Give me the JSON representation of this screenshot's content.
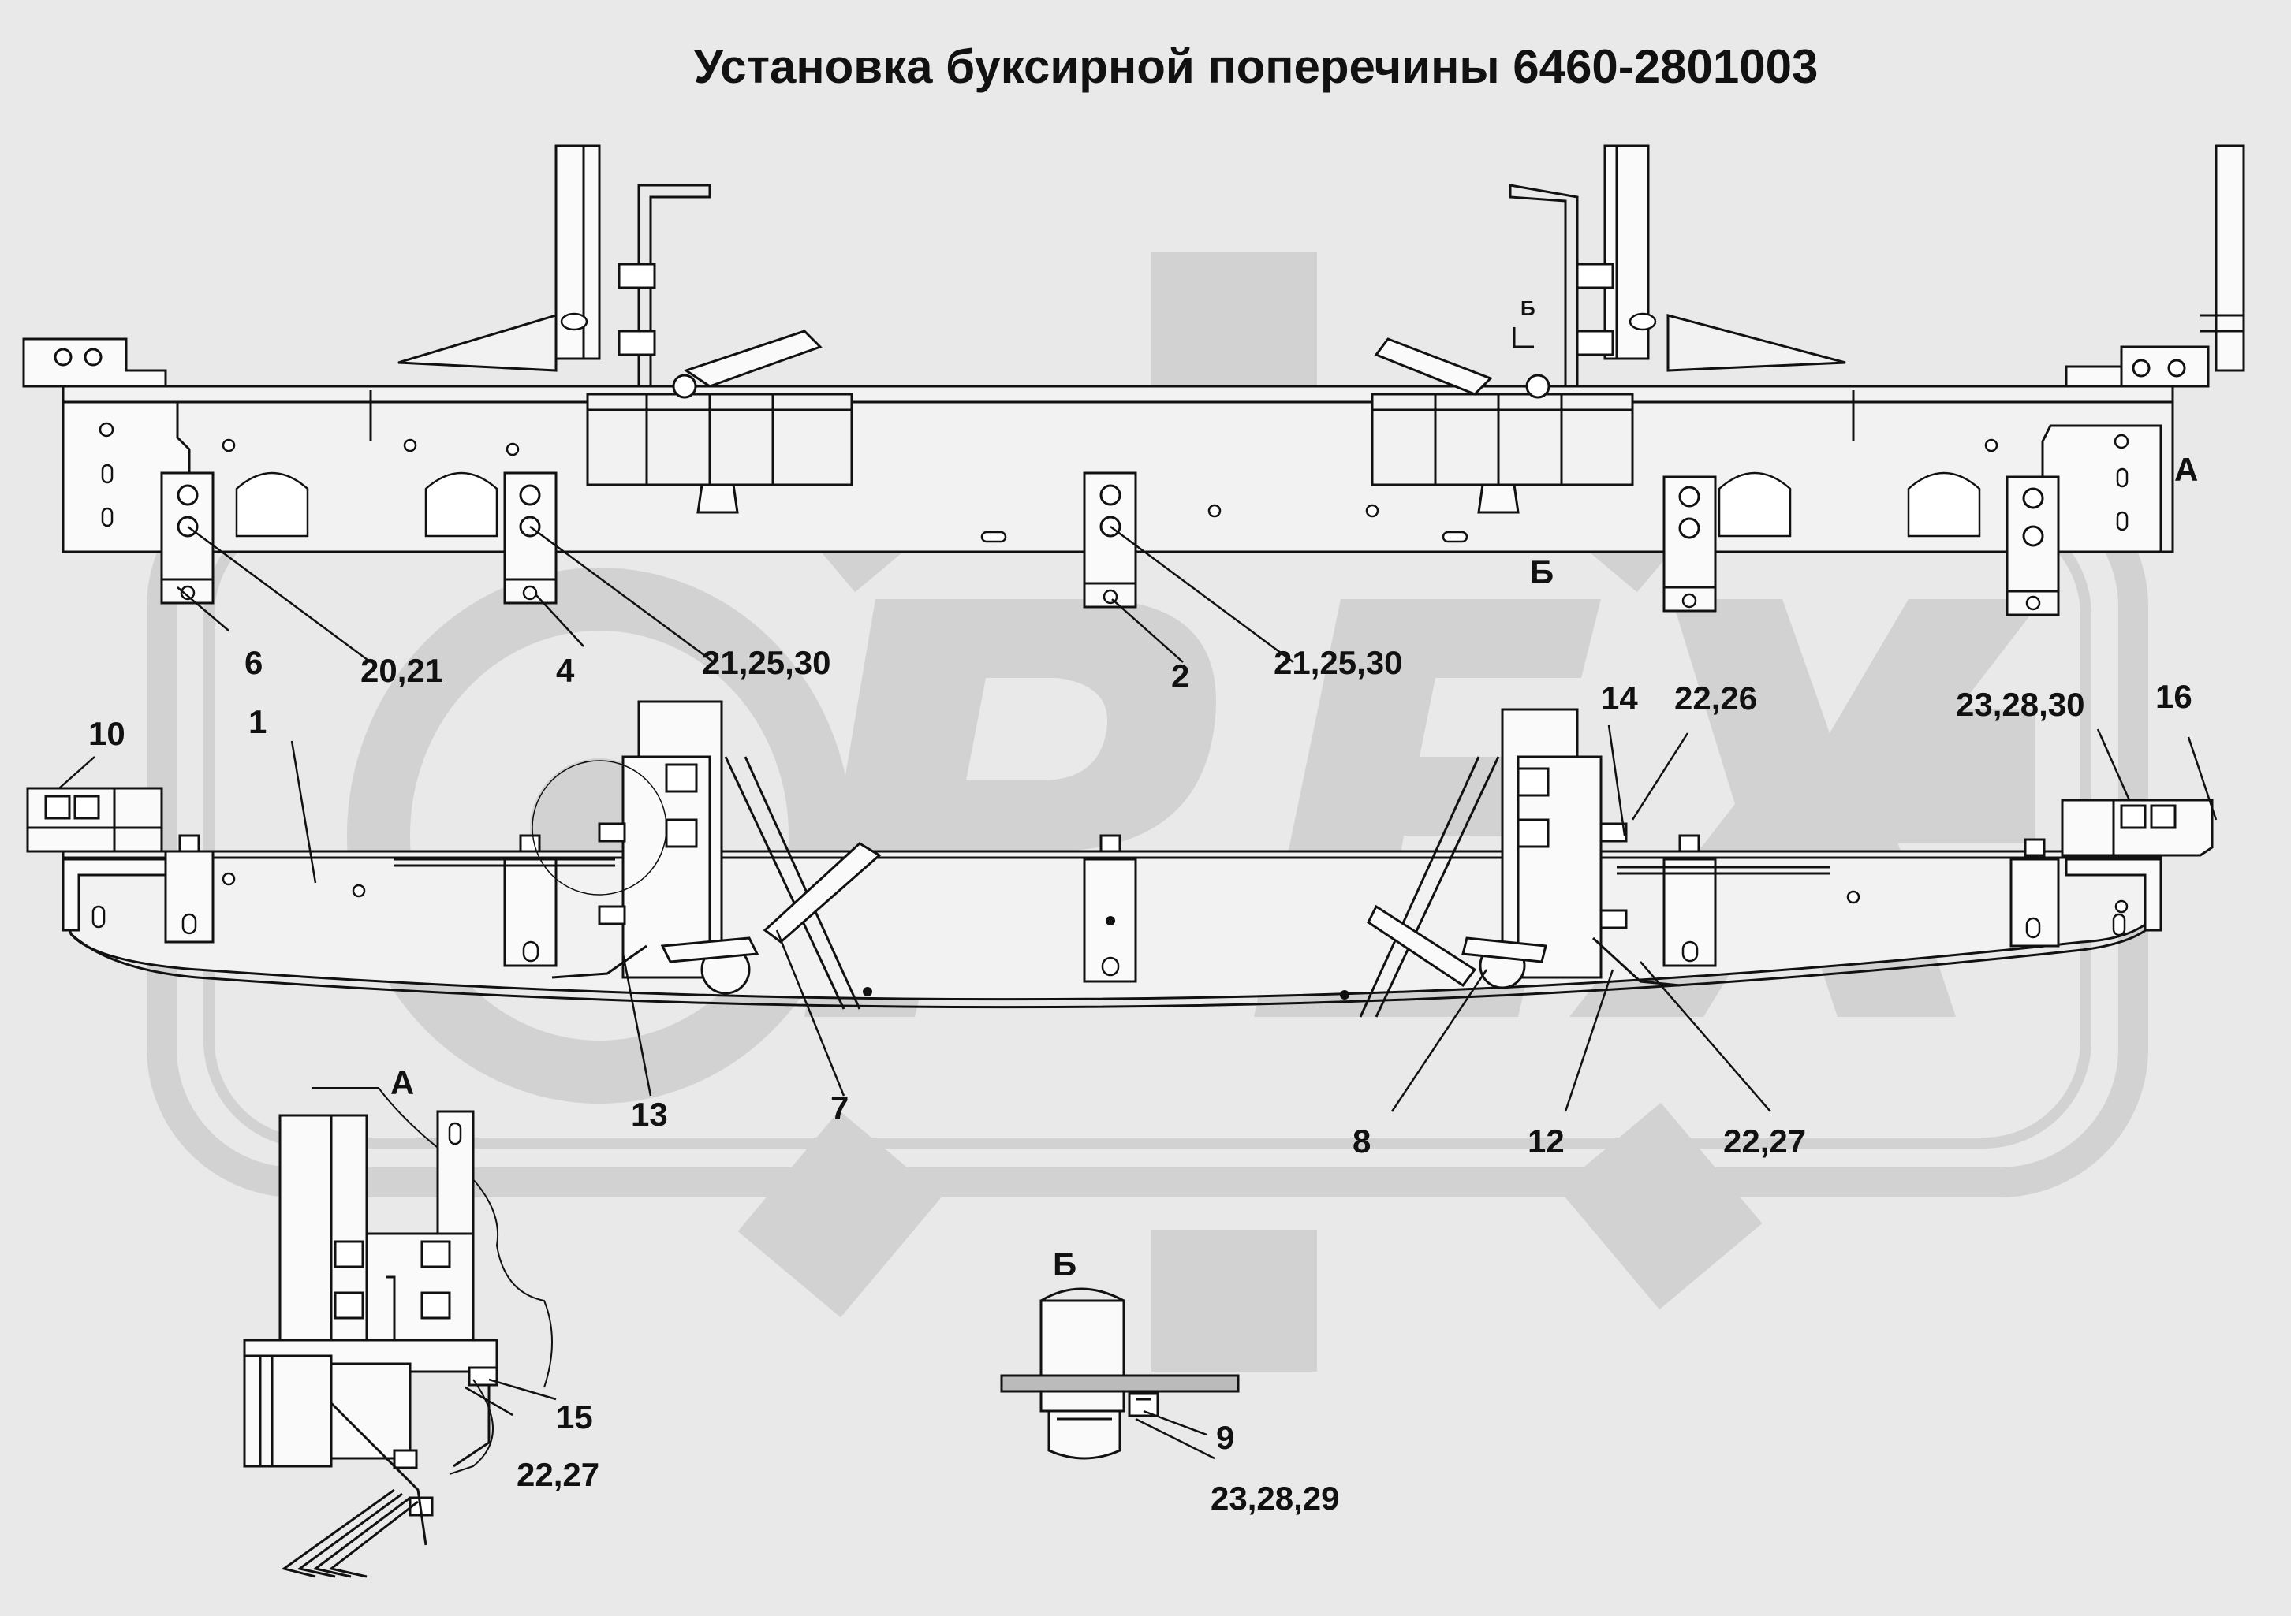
{
  "title": "Установка буксирной поперечины 6460-2801003",
  "watermark": "OPEX",
  "view_labels": {
    "view_a_main": "А",
    "view_b_main": "Б",
    "view_b_section_mark": "Б",
    "view_a_detail": "А",
    "view_b_detail": "Б"
  },
  "callouts": {
    "c1": "1",
    "c2": "2",
    "c4": "4",
    "c6": "6",
    "c7": "7",
    "c8": "8",
    "c9": "9",
    "c10": "10",
    "c12": "12",
    "c13": "13",
    "c14": "14",
    "c15": "15",
    "c16": "16",
    "c20_21": "20,21",
    "c21_25_30_a": "21,25,30",
    "c21_25_30_b": "21,25,30",
    "c22_26": "22,26",
    "c22_27_a": "22,27",
    "c22_27_b": "22,27",
    "c23_28_30": "23,28,30",
    "c23_28_29": "23,28,29"
  },
  "colors": {
    "background": "#e9e9e9",
    "watermark": "#d2d2d2",
    "ink": "#111111"
  }
}
